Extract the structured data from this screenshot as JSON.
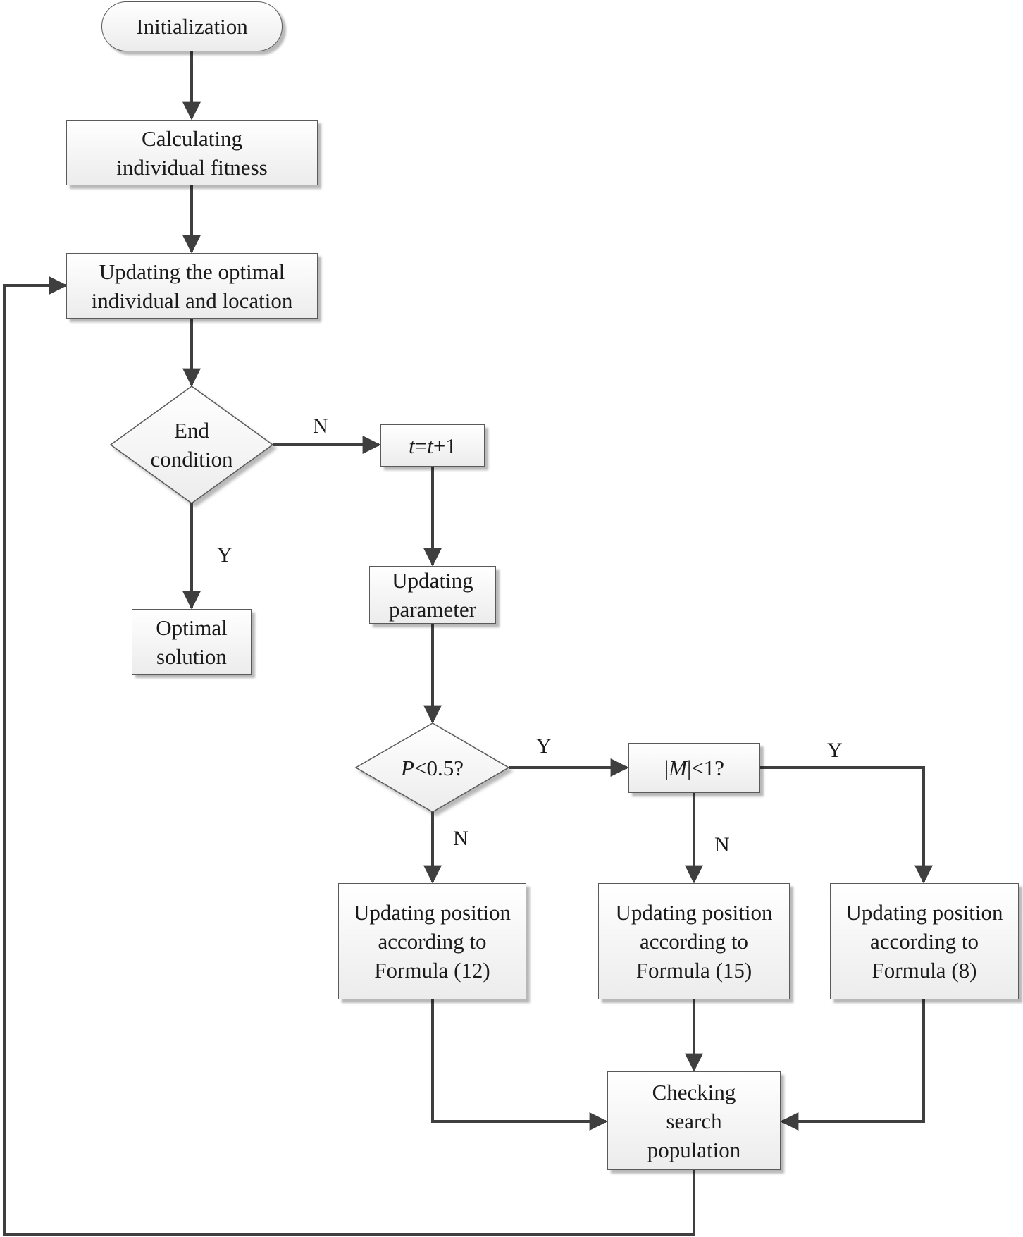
{
  "nodes": {
    "init": "Initialization",
    "fitness": "Calculating\nindividual fitness",
    "update_optimal": "Updating the optimal\nindividual and location",
    "end_condition": "End\ncondition",
    "increment": {
      "var": "t",
      "eq": "=",
      "var2": "t",
      "rest": "+1"
    },
    "optimal_solution": "Optimal\nsolution",
    "update_param": "Updating\nparameter",
    "p_check": {
      "var": "P",
      "rest": "<0.5?"
    },
    "m_check": {
      "bar1": "|",
      "var": "M",
      "rest": "|<1?"
    },
    "formula12": "Updating position\naccording to\nFormula (12)",
    "formula15": "Updating position\naccording to\nFormula (15)",
    "formula8": "Updating position\naccording to\nFormula (8)",
    "checking": "Checking\nsearch\npopulation"
  },
  "edge_labels": {
    "end_no": "N",
    "end_yes": "Y",
    "p_yes": "Y",
    "p_no": "N",
    "m_no": "N",
    "m_yes": "Y"
  },
  "colors": {
    "line": "#3f3f3f",
    "box_border": "#5a5a5a",
    "box_fill_top": "#ffffff",
    "box_fill_bottom": "#ececec"
  }
}
